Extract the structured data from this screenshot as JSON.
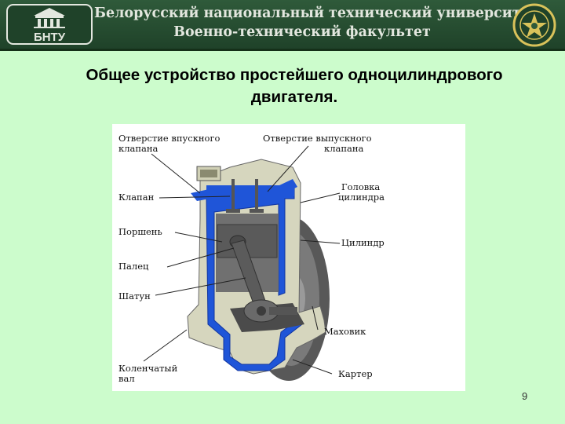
{
  "header": {
    "logo_text": "БНТУ",
    "line1": "Белорусский национальный технический университет",
    "line2": "Военно-технический факультет",
    "emblem_icon": "military-faculty-emblem-icon"
  },
  "slide": {
    "title_line1": "Общее устройство простейшего одноцилиндрового",
    "title_line2": "двигателя.",
    "page_number": "9"
  },
  "diagram": {
    "labels": {
      "intake_hole_1": "Отверстие впускного",
      "intake_hole_2": "клапана",
      "exhaust_hole_1": "Отверстие выпускного",
      "exhaust_hole_2": "клапана",
      "valve": "Клапан",
      "head_1": "Головка",
      "head_2": "цилиндра",
      "piston": "Поршень",
      "cylinder": "Цилиндр",
      "pin": "Палец",
      "rod": "Шатун",
      "flywheel": "Маховик",
      "crank_1": "Коленчатый",
      "crank_2": "вал",
      "crankcase": "Картер"
    },
    "colors": {
      "coolant_blue": "#1f55d8",
      "body": "#d6d6be",
      "dark": "#4c4c4c"
    }
  }
}
